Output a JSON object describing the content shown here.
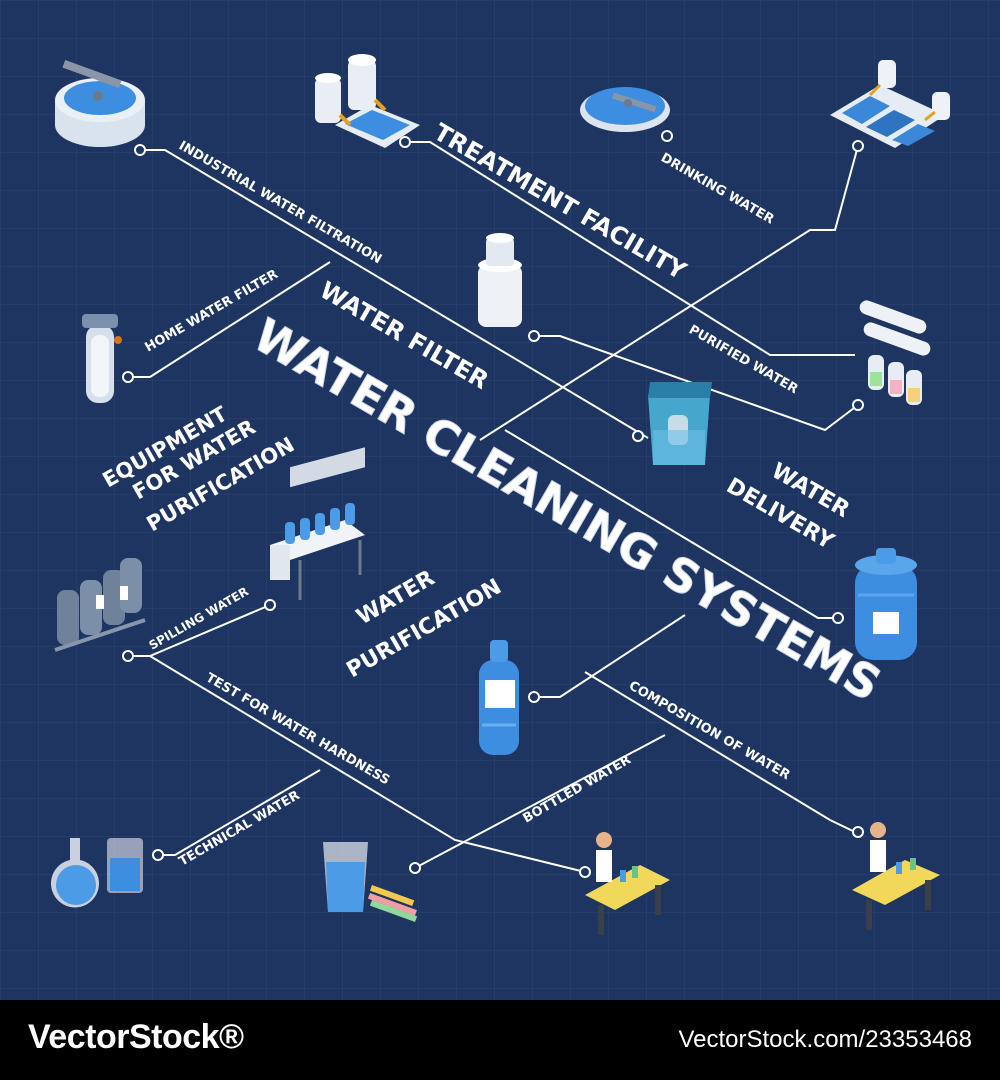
{
  "title": "WATER CLEANING SYSTEMS",
  "section_headings": {
    "treatment_facility": "TREATMENT FACILITY",
    "water_filter": "WATER FILTER",
    "equipment_line1": "EQUIPMENT",
    "equipment_line2": "FOR WATER",
    "equipment_line3": "PURIFICATION",
    "water_delivery_line1": "WATER",
    "water_delivery_line2": "DELIVERY",
    "water_purification_line1": "WATER",
    "water_purification_line2": "PURIFICATION"
  },
  "labels": {
    "industrial_water_filtration": "INDUSTRIAL WATER FILTRATION",
    "drinking_water": "DRINKING WATER",
    "home_water_filter": "HOME WATER FILTER",
    "purified_water": "PURIFIED WATER",
    "spilling_water": "SPILLING WATER",
    "test_for_water_hardness": "TEST FOR WATER HARDNESS",
    "composition_of_water": "COMPOSITION OF WATER",
    "bottled_water": "BOTTLED WATER",
    "technical_water": "TECHNICAL WATER"
  },
  "colors": {
    "background": "#1e3461",
    "grid": "#2e4676",
    "line": "#ffffff",
    "water": "#3f8fe0",
    "equipment": "#e6ecf3",
    "table": "#f1d85a"
  },
  "footer": {
    "brand": "VectorStock®",
    "ref": "VectorStock.com/23353468"
  }
}
